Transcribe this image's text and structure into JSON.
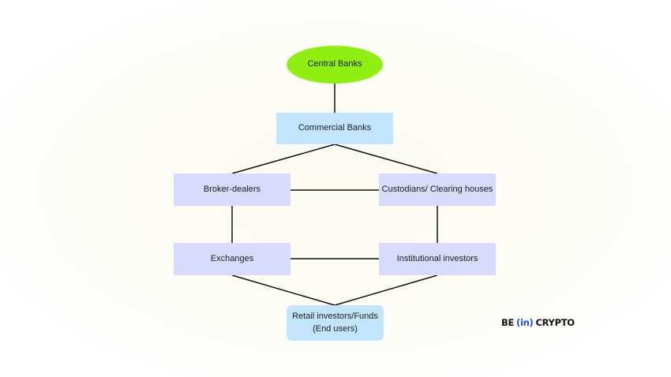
{
  "diagram": {
    "title": "",
    "nodes": [
      {
        "id": "central-banks",
        "label": "Central Banks",
        "shape": "ellipse",
        "color": "#8fef10"
      },
      {
        "id": "commercial-banks",
        "label": "Commercial Banks",
        "shape": "rect",
        "color": "#c2e4fd"
      },
      {
        "id": "broker-dealers",
        "label": "Broker-dealers",
        "shape": "rect",
        "color": "#d8dbfd"
      },
      {
        "id": "custodians",
        "label": "Custodians/ Clearing houses",
        "shape": "rect",
        "color": "#d8dbfd"
      },
      {
        "id": "exchanges",
        "label": "Exchanges",
        "shape": "rect",
        "color": "#d8dbfd"
      },
      {
        "id": "institutional-investors",
        "label": "Institutional investors",
        "shape": "rect",
        "color": "#d8dbfd"
      },
      {
        "id": "retail-investors",
        "label": "Retail investors/Funds\n(End users)",
        "label_line1": "Retail investors/Funds",
        "label_line2": "(End users)",
        "shape": "rounded-rect",
        "color": "#c2e4fd"
      }
    ],
    "edges": [
      {
        "from": "central-banks",
        "to": "commercial-banks"
      },
      {
        "from": "commercial-banks",
        "to": "broker-dealers"
      },
      {
        "from": "commercial-banks",
        "to": "custodians"
      },
      {
        "from": "broker-dealers",
        "to": "custodians"
      },
      {
        "from": "broker-dealers",
        "to": "exchanges"
      },
      {
        "from": "custodians",
        "to": "institutional-investors"
      },
      {
        "from": "exchanges",
        "to": "institutional-investors"
      },
      {
        "from": "exchanges",
        "to": "retail-investors"
      },
      {
        "from": "institutional-investors",
        "to": "retail-investors"
      }
    ]
  },
  "logo": {
    "prefix": "BE",
    "middle": "(in)",
    "suffix": "CRYPTO",
    "accent_color": "#1a4fff"
  }
}
